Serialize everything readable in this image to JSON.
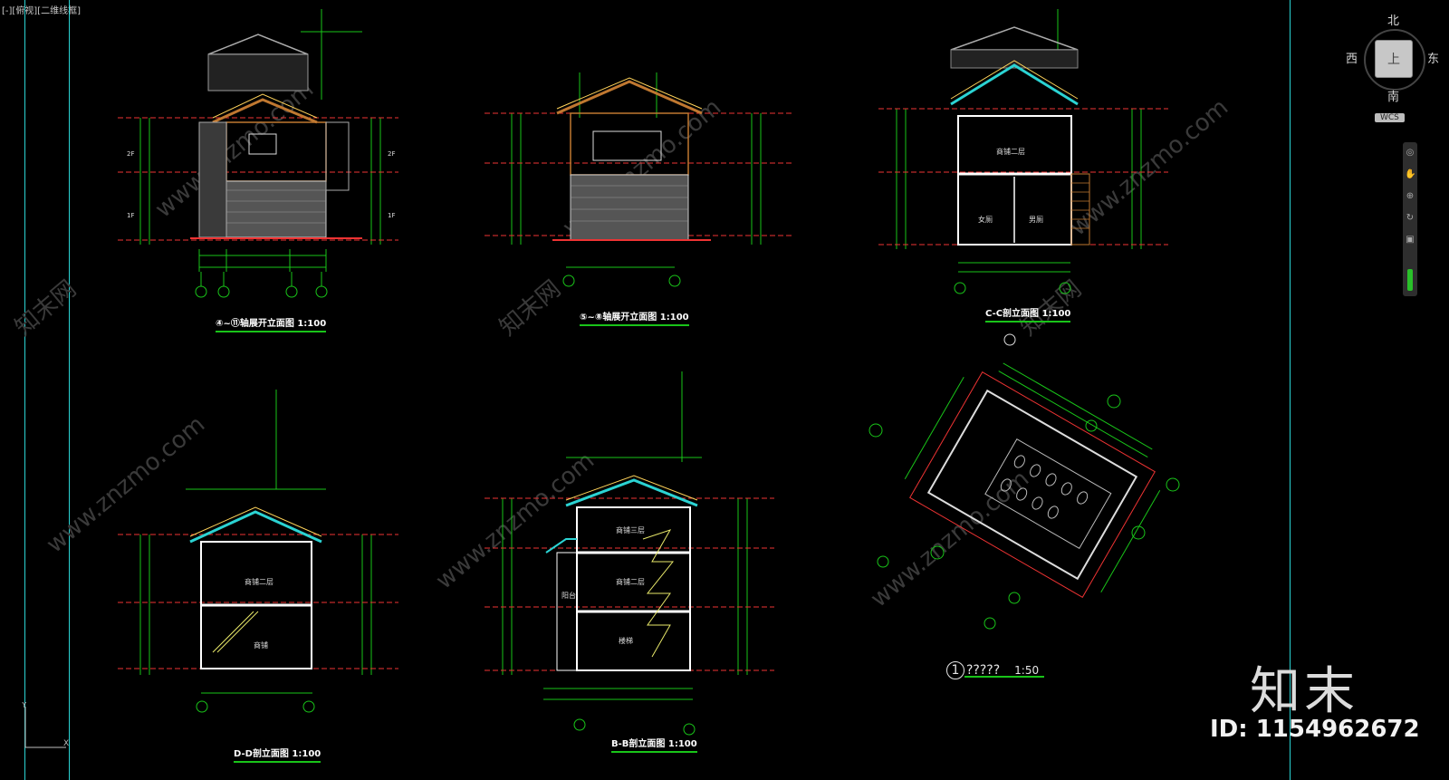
{
  "viewport": {
    "label": "[-][俯视][二维线框]"
  },
  "drawings": [
    {
      "title": "④~⑪轴展开立面图 1:100"
    },
    {
      "title": "⑤~⑧轴展开立面图 1:100"
    },
    {
      "title": "C-C剖立面图 1:100"
    },
    {
      "title": "D-D剖立面图 1:100"
    },
    {
      "title": "B-B剖立面图 1:100"
    }
  ],
  "plan": {
    "number": "1",
    "title": "?????",
    "scale": "1:50"
  },
  "viewcube": {
    "north": "北",
    "south": "南",
    "west": "西",
    "east": "东",
    "face": "上",
    "wcs": "WCS"
  },
  "room_labels": {
    "c_upper": "商铺二层",
    "c_left": "女厕",
    "c_right": "男厕",
    "d_upper": "商铺二层",
    "d_lower": "商铺",
    "b_top": "商铺三层",
    "b_mid": "商铺二层",
    "b_low": "楼梯",
    "b_left": "阳台"
  },
  "levels": {
    "top": "2F",
    "bottom": "1F"
  },
  "watermark": {
    "brand": "知末",
    "id": "ID: 1154962672",
    "site": "www.znzmo.com",
    "cn": "知末网"
  },
  "colors": {
    "frame": "#2bd3d3",
    "dims": "#19c419",
    "axis": "#e33",
    "wall": "#ffffff",
    "roof": "#2bd3d3",
    "stair": "#e8e86a",
    "stone": "#aaaaaa",
    "wood": "#c07830"
  }
}
